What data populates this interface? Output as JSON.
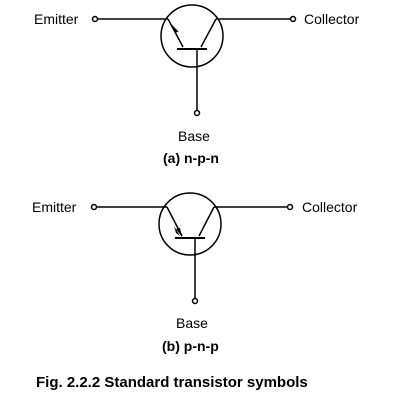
{
  "figure": {
    "caption": "Fig. 2.2.2 Standard transistor symbols"
  },
  "npn": {
    "emitter_label": "Emitter",
    "collector_label": "Collector",
    "base_label": "Base",
    "caption": "(a) n-p-n"
  },
  "pnp": {
    "emitter_label": "Emitter",
    "collector_label": "Collector",
    "base_label": "Base",
    "caption": "(b) p-n-p"
  }
}
